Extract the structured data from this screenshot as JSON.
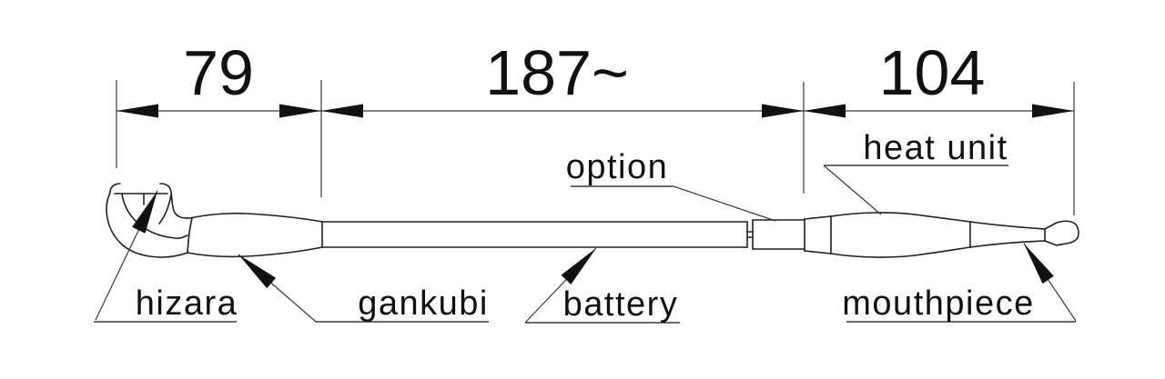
{
  "drawing": {
    "type": "technical-dimension-drawing",
    "subject": "kiseru pipe device side view",
    "colors": {
      "background": "#ffffff",
      "ink": "#1f1f1f"
    },
    "dimensions": {
      "segments": [
        {
          "value": "79"
        },
        {
          "value": "187~"
        },
        {
          "value": "104"
        }
      ]
    },
    "labels": {
      "hizara": "hizara",
      "gankubi": "gankubi",
      "battery": "battery",
      "option": "option",
      "heat_unit": "heat unit",
      "mouthpiece": "mouthpiece"
    }
  }
}
